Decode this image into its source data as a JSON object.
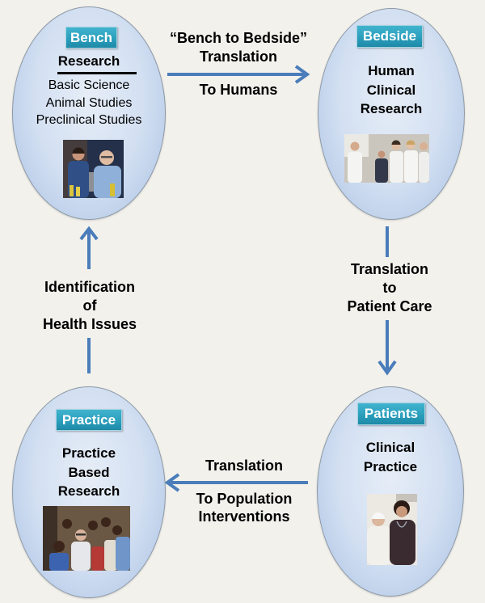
{
  "colors": {
    "background": "#f2f1ec",
    "oval_fill_center": "#e6edf7",
    "oval_fill_edge": "#a9c1e3",
    "oval_border": "#8e99a6",
    "label_box": "#2b9fbd",
    "arrow": "#4a7dba"
  },
  "nodes": {
    "bench": {
      "label": "Bench",
      "heading": "Research",
      "items": [
        "Basic Science",
        "Animal Studies",
        "Preclinical Studies"
      ]
    },
    "bedside": {
      "label": "Bedside",
      "lines": [
        "Human",
        "Clinical",
        "Research"
      ]
    },
    "patients": {
      "label": "Patients",
      "lines": [
        "Clinical",
        "Practice"
      ]
    },
    "practice": {
      "label": "Practice",
      "lines": [
        "Practice",
        "Based",
        "Research"
      ]
    }
  },
  "edges": {
    "bench_to_bedside": {
      "above": [
        "“Bench to Bedside”",
        "Translation"
      ],
      "below": [
        "To Humans"
      ]
    },
    "bedside_to_patients": {
      "lines": [
        "Translation",
        "to",
        "Patient Care"
      ]
    },
    "patients_to_practice": {
      "above": [
        "Translation"
      ],
      "below": [
        "To Population",
        "Interventions"
      ]
    },
    "practice_to_bench": {
      "lines": [
        "Identification",
        "of",
        "Health Issues"
      ]
    }
  }
}
